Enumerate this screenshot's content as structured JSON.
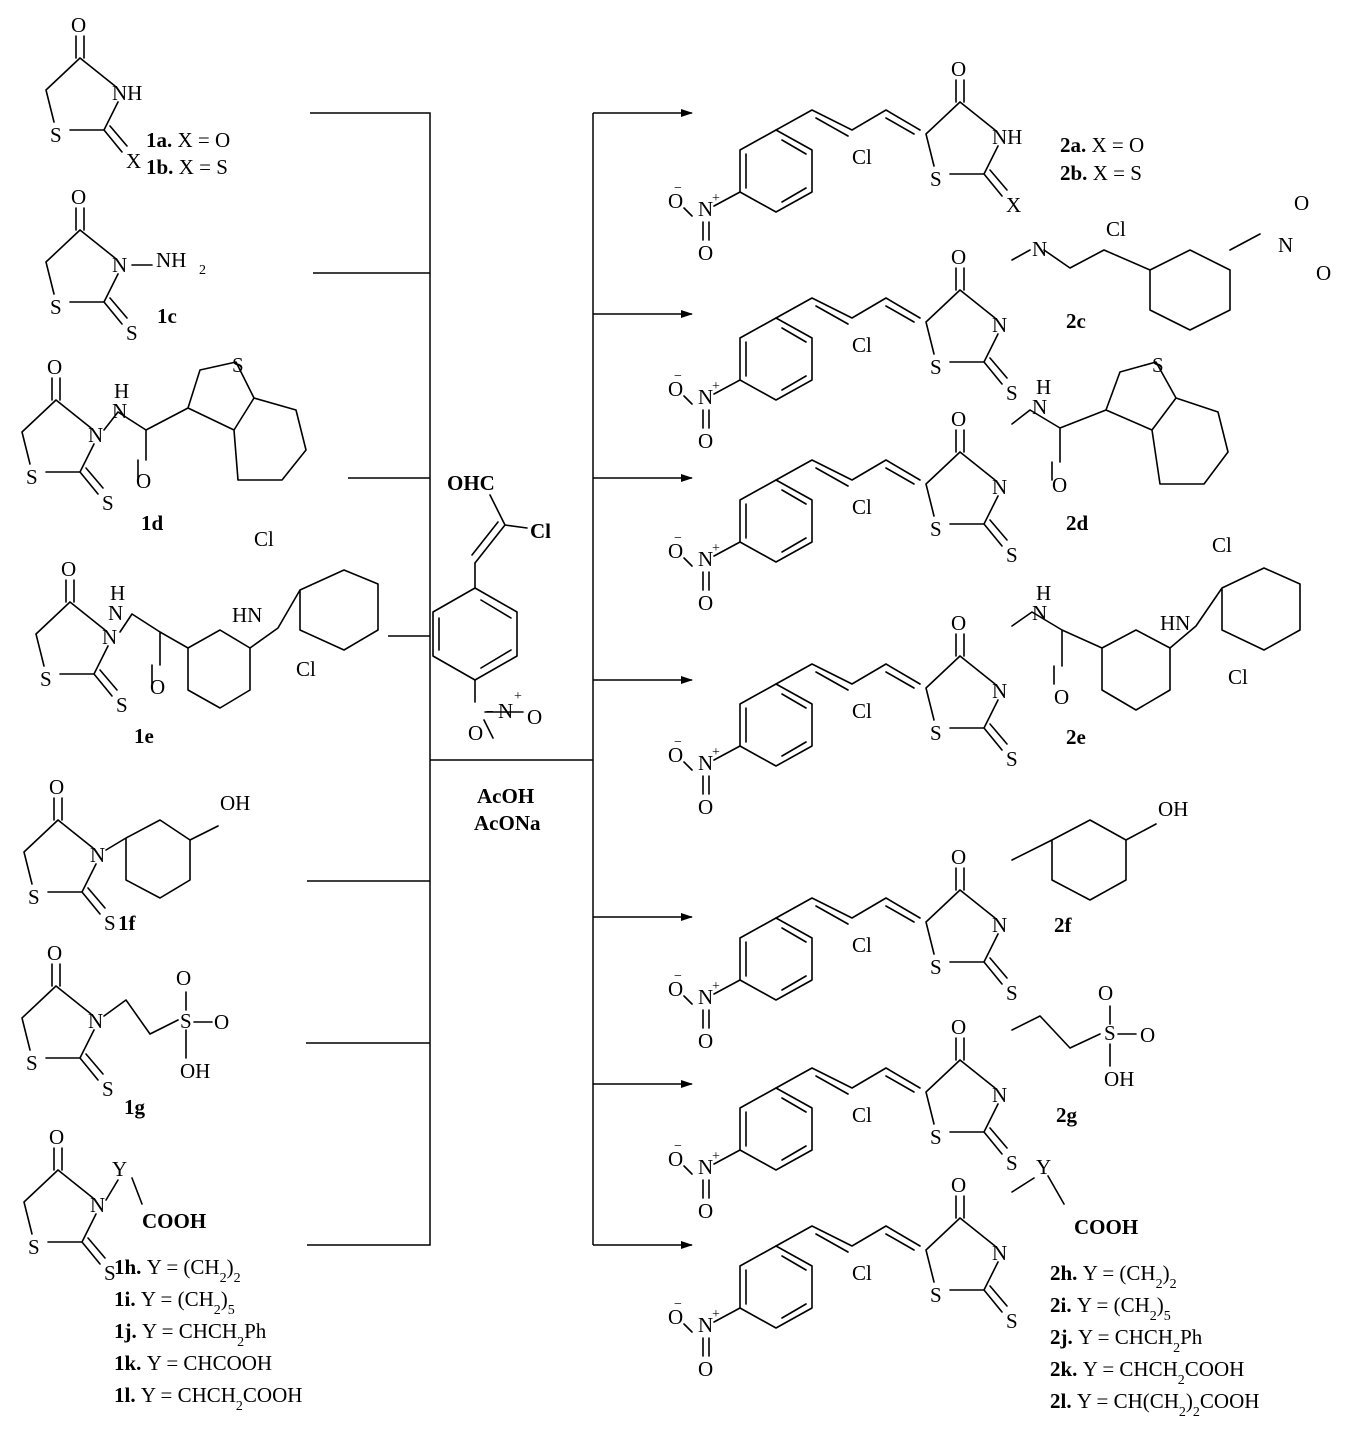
{
  "reagent": {
    "atoms": {
      "cho": "OHC",
      "cl": "Cl",
      "n": "N",
      "o_minus": "O",
      "o_eq": "O",
      "plus": "+",
      "minus": "−"
    },
    "conditions": [
      "AcOH",
      "AcONa"
    ]
  },
  "starting_materials": [
    {
      "id": "1a",
      "label": "1a.",
      "text": "X = O"
    },
    {
      "id": "1b",
      "label": "1b.",
      "text": "X = S"
    },
    {
      "id": "1c",
      "label": "1c",
      "text": ""
    },
    {
      "id": "1d",
      "label": "1d",
      "text": ""
    },
    {
      "id": "1e",
      "label": "1e",
      "text": ""
    },
    {
      "id": "1f",
      "label": "1f",
      "text": ""
    },
    {
      "id": "1g",
      "label": "1g",
      "text": ""
    },
    {
      "id": "1h",
      "label": "1h.",
      "text": "Y = (CH2)2"
    },
    {
      "id": "1i",
      "label": "1i.",
      "text": "Y = (CH2)5"
    },
    {
      "id": "1j",
      "label": "1j.",
      "text": "Y = CHCH2Ph"
    },
    {
      "id": "1k",
      "label": "1k.",
      "text": "Y = CHCOOH"
    },
    {
      "id": "1l",
      "label": "1l.",
      "text": "Y = CHCH2COOH"
    }
  ],
  "products": [
    {
      "id": "2a",
      "label": "2a.",
      "text": "X = O"
    },
    {
      "id": "2b",
      "label": "2b.",
      "text": "X = S"
    },
    {
      "id": "2c",
      "label": "2c",
      "text": ""
    },
    {
      "id": "2d",
      "label": "2d",
      "text": ""
    },
    {
      "id": "2e",
      "label": "2e",
      "text": ""
    },
    {
      "id": "2f",
      "label": "2f",
      "text": ""
    },
    {
      "id": "2g",
      "label": "2g",
      "text": ""
    },
    {
      "id": "2h",
      "label": "2h.",
      "text": "Y = (CH2)2"
    },
    {
      "id": "2i",
      "label": "2i.",
      "text": "Y = (CH2)5"
    },
    {
      "id": "2j",
      "label": "2j.",
      "text": "Y = CHCH2Ph"
    },
    {
      "id": "2k",
      "label": "2k.",
      "text": "Y = CHCH2COOH"
    },
    {
      "id": "2l",
      "label": "2l.",
      "text": "Y = CH(CH2)2COOH"
    }
  ],
  "atom_labels": {
    "o": "O",
    "s": "S",
    "n": "N",
    "nh": "NH",
    "nh2": "NH",
    "h": "H",
    "hn": "HN",
    "x": "X",
    "y": "Y",
    "cl": "Cl",
    "oh": "OH",
    "cooh": "COOH",
    "two": "2",
    "plus": "+",
    "minus": "−"
  }
}
